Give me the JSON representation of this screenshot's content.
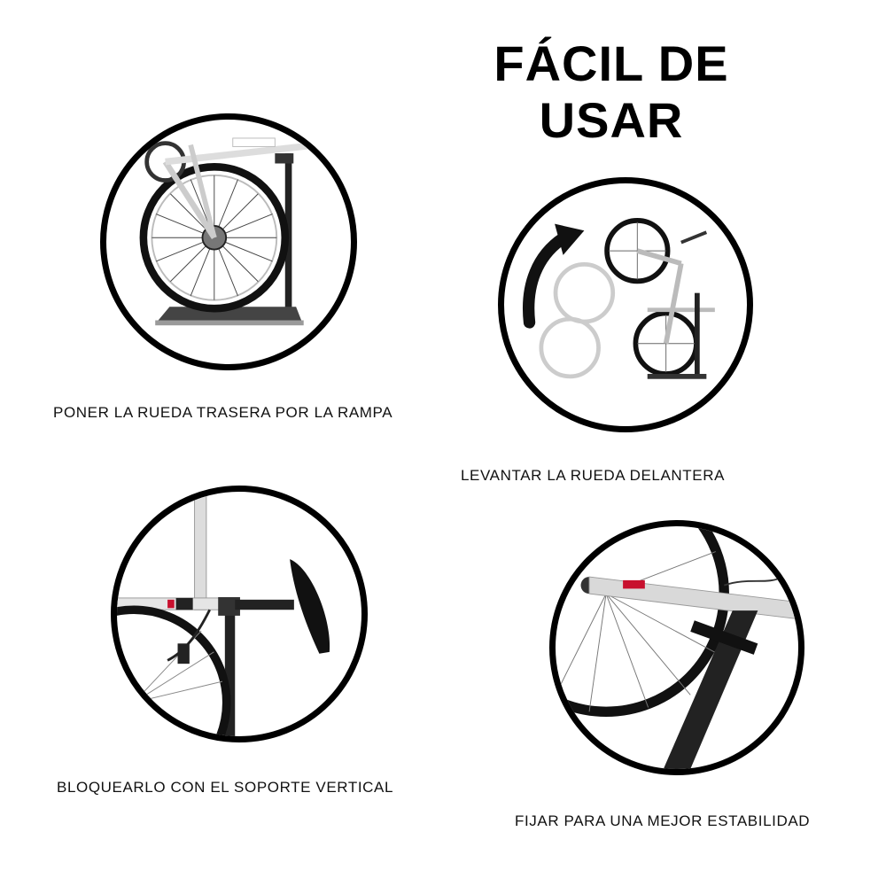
{
  "title": {
    "line1": "FÁCIL DE",
    "line2": "USAR"
  },
  "steps": [
    {
      "caption": "PONER LA RUEDA TRASERA POR LA RAMPA"
    },
    {
      "caption": "LEVANTAR LA RUEDA DELANTERA"
    },
    {
      "caption": "BLOQUEARLO CON EL SOPORTE VERTICAL"
    },
    {
      "caption": "FIJAR PARA UNA MEJOR ESTABILIDAD"
    }
  ],
  "colors": {
    "frame_black": "#000000",
    "bike_silver": "#cfcfcf",
    "accent_red": "#c8102e"
  }
}
